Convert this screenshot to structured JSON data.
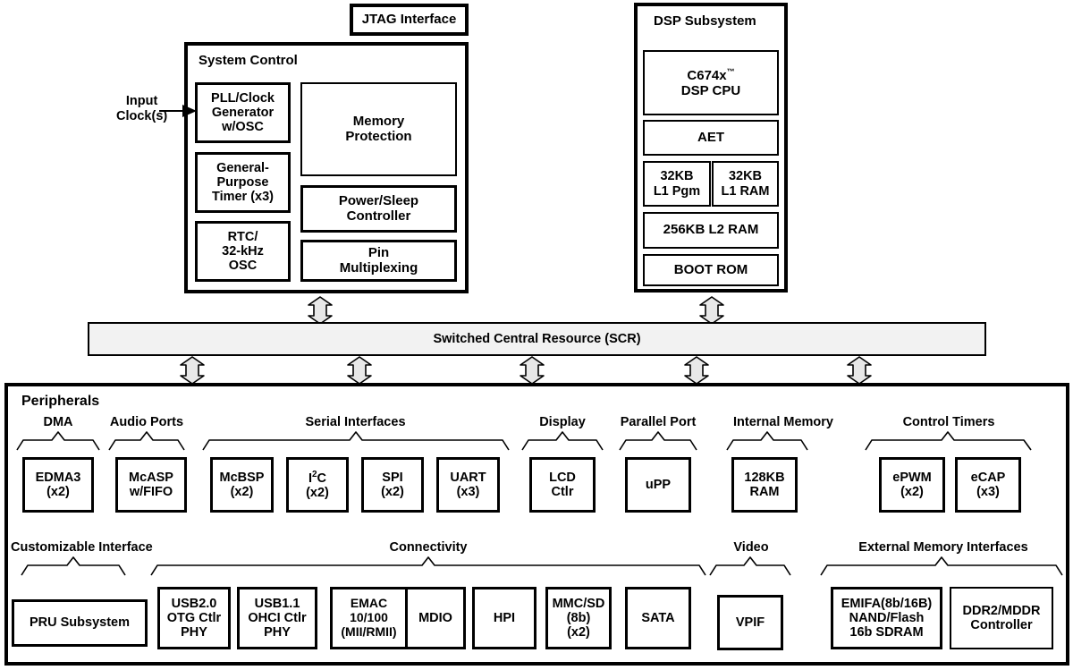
{
  "diagram": {
    "title_blocks": {
      "jtag": "JTAG Interface",
      "system_control": "System Control",
      "dsp_subsystem": "DSP Subsystem",
      "peripherals": "Peripherals",
      "scr": "Switched Central Resource (SCR)"
    },
    "input_clock_label": "Input\nClock(s)",
    "input_clock_line1": "Input",
    "input_clock_line2": "Clock(s)",
    "system_control_blocks": [
      {
        "id": "pll-clock-generator",
        "text": "PLL/Clock\nGenerator\nw/OSC"
      },
      {
        "id": "general-purpose-timer",
        "text": "General-\nPurpose\nTimer (x3)"
      },
      {
        "id": "rtc-32khz-osc",
        "text": "RTC/\n32-kHz\nOSC"
      },
      {
        "id": "memory-protection",
        "text": "Memory\nProtection"
      },
      {
        "id": "power-sleep-controller",
        "text": "Power/Sleep\nController"
      },
      {
        "id": "pin-multiplexing",
        "text": "Pin\nMultiplexing"
      }
    ],
    "dsp_blocks": [
      {
        "id": "dsp-cpu",
        "text": "C674x™\nDSP CPU"
      },
      {
        "id": "aet",
        "text": "AET"
      },
      {
        "id": "l1-pgm",
        "text": "32KB\nL1 Pgm"
      },
      {
        "id": "l1-ram",
        "text": "32KB\nL1 RAM"
      },
      {
        "id": "l2-ram",
        "text": "256KB L2 RAM"
      },
      {
        "id": "boot-rom",
        "text": "BOOT ROM"
      }
    ],
    "peripheral_groups_row1": [
      {
        "label": "DMA",
        "blocks": [
          {
            "id": "edma3",
            "text": "EDMA3\n(x2)"
          }
        ]
      },
      {
        "label": "Audio Ports",
        "blocks": [
          {
            "id": "mcasp",
            "text": "McASP\nw/FIFO"
          }
        ]
      },
      {
        "label": "Serial Interfaces",
        "blocks": [
          {
            "id": "mcbsp",
            "text": "McBSP\n(x2)"
          },
          {
            "id": "i2c",
            "text": "I2C\n(x2)"
          },
          {
            "id": "spi",
            "text": "SPI\n(x2)"
          },
          {
            "id": "uart",
            "text": "UART\n(x3)"
          }
        ]
      },
      {
        "label": "Display",
        "blocks": [
          {
            "id": "lcd-ctlr",
            "text": "LCD\nCtlr"
          }
        ]
      },
      {
        "label": "Parallel Port",
        "blocks": [
          {
            "id": "upp",
            "text": "uPP"
          }
        ]
      },
      {
        "label": "Internal Memory",
        "blocks": [
          {
            "id": "internal-ram",
            "text": "128KB\nRAM"
          }
        ]
      },
      {
        "label": "Control Timers",
        "blocks": [
          {
            "id": "epwm",
            "text": "ePWM\n(x2)"
          },
          {
            "id": "ecap",
            "text": "eCAP\n(x3)"
          }
        ]
      }
    ],
    "peripheral_groups_row2": [
      {
        "label": "Customizable Interface",
        "blocks": [
          {
            "id": "pru-subsystem",
            "text": "PRU Subsystem"
          }
        ]
      },
      {
        "label": "Connectivity",
        "blocks": [
          {
            "id": "usb20",
            "text": "USB2.0\nOTG Ctlr\nPHY"
          },
          {
            "id": "usb11",
            "text": "USB1.1\nOHCI Ctlr\nPHY"
          },
          {
            "id": "emac",
            "text": "EMAC\n10/100\n(MII/RMII)"
          },
          {
            "id": "mdio",
            "text": "MDIO"
          },
          {
            "id": "hpi",
            "text": "HPI"
          },
          {
            "id": "mmc-sd",
            "text": "MMC/SD\n(8b)\n(x2)"
          },
          {
            "id": "sata",
            "text": "SATA"
          }
        ]
      },
      {
        "label": "Video",
        "blocks": [
          {
            "id": "vpif",
            "text": "VPIF"
          }
        ]
      },
      {
        "label": "External Memory Interfaces",
        "blocks": [
          {
            "id": "emifa",
            "text": "EMIFA(8b/16B)\nNAND/Flash\n16b SDRAM"
          },
          {
            "id": "ddr2-mddr",
            "text": "DDR2/MDDR\nController"
          }
        ]
      }
    ],
    "i2c_parts": {
      "pre": "I",
      "sup": "2",
      "post": "C",
      "sub": "(x2)"
    },
    "c674x_parts": {
      "main": "C674x",
      "sup": "™",
      "line2": "DSP CPU"
    },
    "colors": {
      "line": "#000000",
      "scr_fill": "#f2f2f2",
      "arrow_fill": "#e8e8e8",
      "page_bg": "#ffffff"
    },
    "bus_arrow_count_top": 2,
    "bus_arrow_count_bottom": 5
  }
}
